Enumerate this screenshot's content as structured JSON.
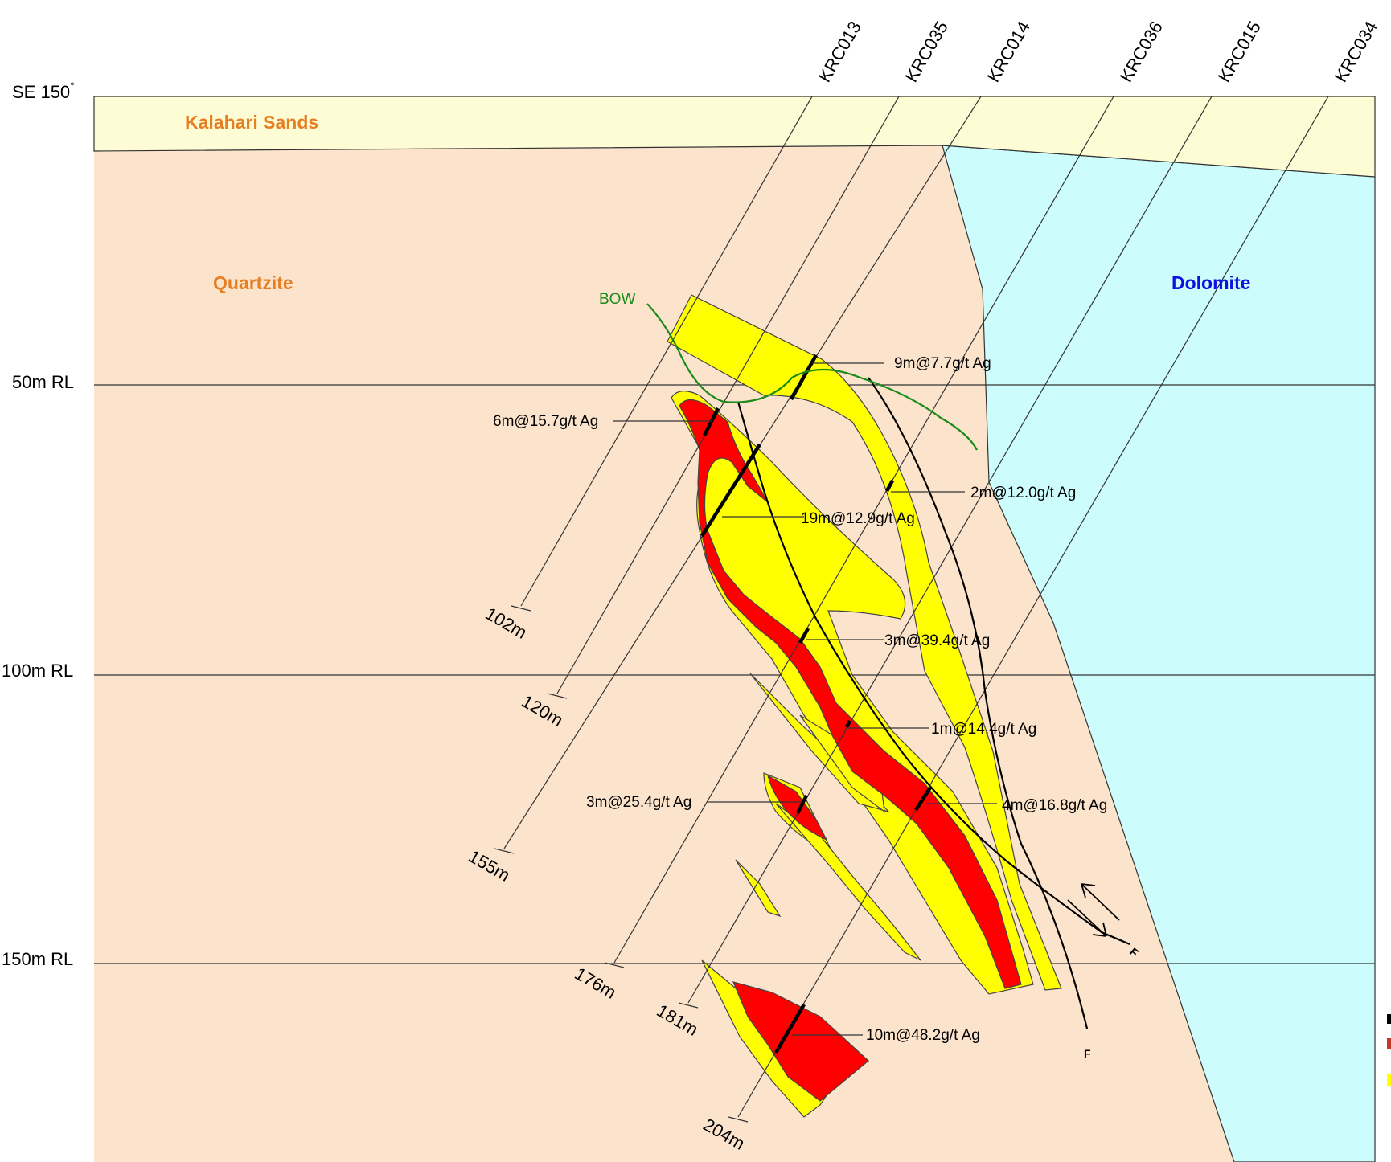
{
  "section": {
    "orientation": {
      "label": "SE 150",
      "degree_symbol": "°"
    },
    "rl_lines": [
      {
        "label": "50m RL"
      },
      {
        "label": "100m RL"
      },
      {
        "label": "150m RL"
      }
    ],
    "units": [
      {
        "name": "Kalahari Sands",
        "color": "#e67e22"
      },
      {
        "name": "Quartzite",
        "color": "#e67e22"
      },
      {
        "name": "Dolomite",
        "color": "#1010e0"
      }
    ],
    "bow_label": "BOW",
    "drillholes": [
      {
        "id": "KRC013",
        "depth": "102m"
      },
      {
        "id": "KRC035",
        "depth": "120m"
      },
      {
        "id": "KRC014",
        "depth": "155m"
      },
      {
        "id": "KRC036",
        "depth": "176m"
      },
      {
        "id": "KRC015",
        "depth": "181m"
      },
      {
        "id": "KRC034",
        "depth": "204m"
      }
    ],
    "intercepts": [
      "9m@7.7g/t Ag",
      "6m@15.7g/t Ag",
      "2m@12.0g/t Ag",
      "19m@12.9g/t Ag",
      "3m@39.4g/t Ag",
      "1m@14.4g/t Ag",
      "3m@25.4g/t Ag",
      "4m@16.8g/t Ag",
      "10m@48.2g/t Ag"
    ],
    "fault_label": "F",
    "colors": {
      "kalahari": "#fdfcd5",
      "quartzite": "#fce4cc",
      "dolomite": "#ccfcfc",
      "halo": "#ffff00",
      "high_grade": "#ff0000",
      "bow": "#1a8a1a"
    }
  }
}
